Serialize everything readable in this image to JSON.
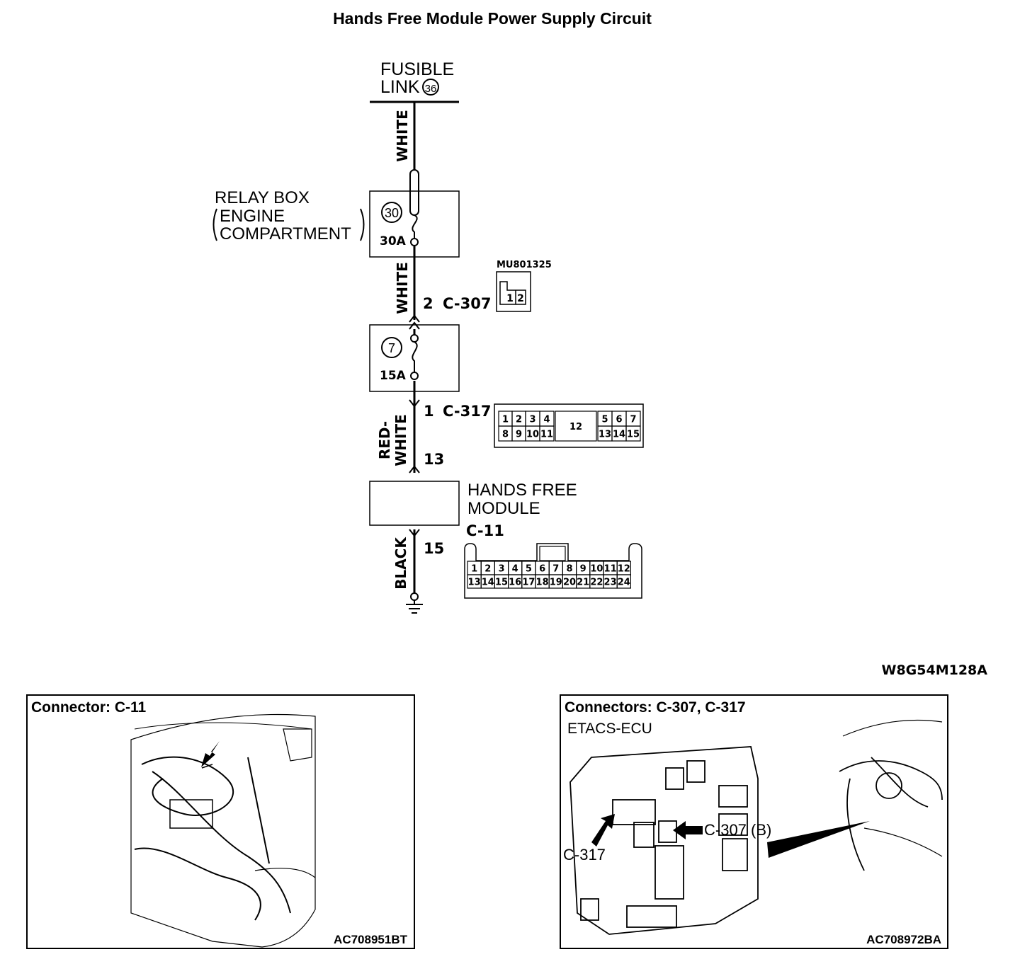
{
  "title": "Hands Free Module Power Supply Circuit",
  "fusible_link": {
    "line1": "FUSIBLE",
    "line2": "LINK",
    "number": "36"
  },
  "wires": {
    "w1": "WHITE",
    "w2": "WHITE",
    "w3_top": "RED-",
    "w3_bottom": "WHITE",
    "w4": "BLACK"
  },
  "relay_box": {
    "line1": "RELAY BOX",
    "line2": "ENGINE",
    "line3": "COMPARTMENT",
    "fuse_number": "30",
    "fuse_rating": "30A"
  },
  "fuse7": {
    "number": "7",
    "rating": "15A"
  },
  "c307": {
    "pin": "2",
    "name": "C-307",
    "part_number": "MU801325",
    "pins": [
      "1",
      "2"
    ]
  },
  "c317": {
    "pin_top": "1",
    "name": "C-317",
    "pin_bottom": "13",
    "row1": [
      "1",
      "2",
      "3",
      "4",
      "12",
      "5",
      "6",
      "7"
    ],
    "row2": [
      "8",
      "9",
      "10",
      "11",
      "13",
      "14",
      "15"
    ]
  },
  "hands_free_module": {
    "line1": "HANDS FREE",
    "line2": "MODULE",
    "connector": "C-11",
    "pin": "15",
    "row1": [
      "1",
      "2",
      "3",
      "4",
      "5",
      "6",
      "7",
      "8",
      "9",
      "10",
      "11",
      "12"
    ],
    "row2": [
      "13",
      "14",
      "15",
      "16",
      "17",
      "18",
      "19",
      "20",
      "21",
      "22",
      "23",
      "24"
    ]
  },
  "diagram_code": "W8G54M128A",
  "panel_left": {
    "title": "Connector: C-11",
    "code": "AC708951BT"
  },
  "panel_right": {
    "title": "Connectors: C-307, C-317",
    "subtitle": "ETACS-ECU",
    "label_c307": "C-307 (B)",
    "label_c317": "C-317",
    "code": "AC708972BA"
  }
}
